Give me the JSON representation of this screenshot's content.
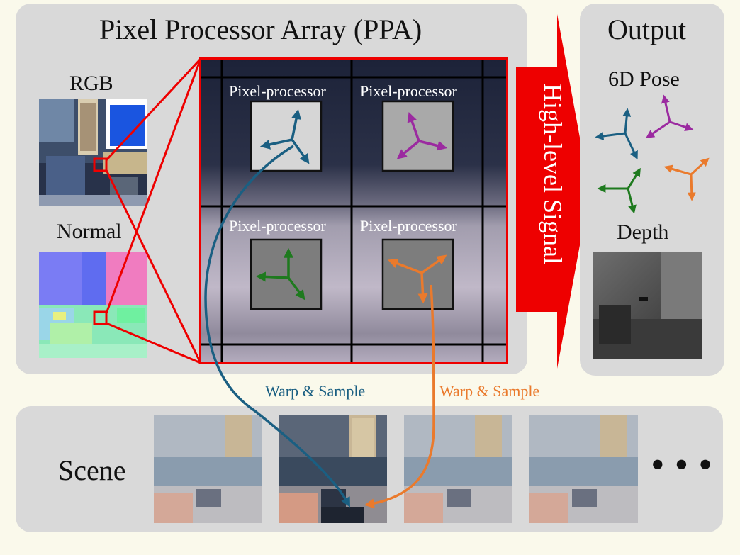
{
  "ppa": {
    "title": "Pixel Processor Array (PPA)",
    "rgb_label": "RGB",
    "normal_label": "Normal",
    "processors": [
      {
        "label": "Pixel-processor",
        "axis_color": "#1a5f82"
      },
      {
        "label": "Pixel-processor",
        "axis_color": "#9b2aa0"
      },
      {
        "label": "Pixel-processor",
        "axis_color": "#1e7a1e"
      },
      {
        "label": "Pixel-processor",
        "axis_color": "#ea7a2c"
      }
    ]
  },
  "signal": {
    "label": "High-level Signal",
    "color": "#ee0000"
  },
  "output": {
    "title": "Output",
    "pose_label": "6D Pose",
    "depth_label": "Depth",
    "pose_colors": [
      "#1a5f82",
      "#9b2aa0",
      "#1e7a1e",
      "#ea7a2c"
    ]
  },
  "warp": [
    {
      "label": "Warp & Sample",
      "color": "#1a5f82"
    },
    {
      "label": "Warp & Sample",
      "color": "#ea7a2c"
    }
  ],
  "scene": {
    "label": "Scene",
    "ellipsis": "• • •"
  }
}
